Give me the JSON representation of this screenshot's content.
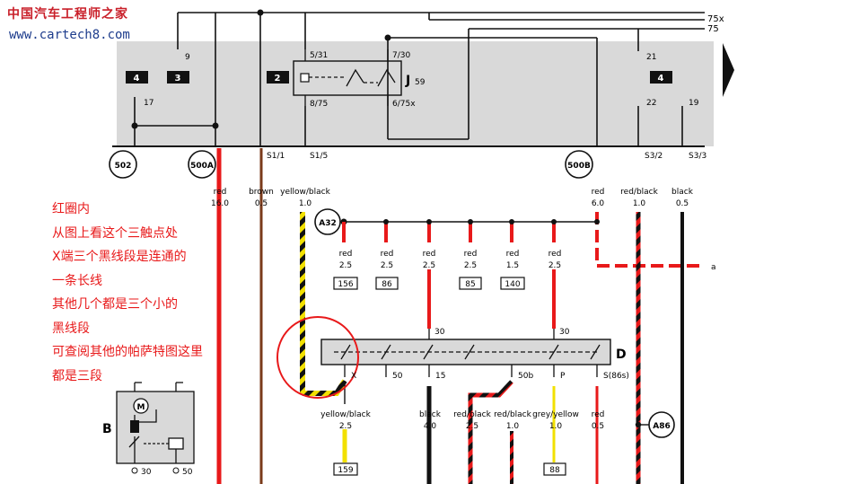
{
  "watermark": {
    "brand": "中国汽车工程师之家",
    "url": "www.cartech8.com"
  },
  "annotation": {
    "lines": [
      "红圈内",
      "从图上看这个三触点处",
      "X端三个黑线段是连通的",
      "一条长线",
      "其他几个都是三个小的",
      "黑线段",
      "可查阅其他的帕萨特图这里",
      "都是三段"
    ]
  },
  "diagram": {
    "top_wires": [
      "75x",
      "75"
    ],
    "relay_box": {
      "boxes": [
        "4",
        "3",
        "2",
        "4"
      ],
      "pins": [
        "9",
        "17",
        "5/31",
        "7/30",
        "8/75",
        "6/75x",
        "21",
        "22",
        "19"
      ],
      "relay_label": "J",
      "relay_sub": "59"
    },
    "connectors": [
      "502",
      "500A",
      "500B",
      "A32",
      "A86"
    ],
    "terminals": [
      "S1/1",
      "S1/5",
      "S3/2",
      "S3/3"
    ],
    "wires_top": [
      {
        "color": "red",
        "size": "16.0"
      },
      {
        "color": "brown",
        "size": "0.5"
      },
      {
        "color": "yellow/black",
        "size": "1.0"
      },
      {
        "color": "red",
        "size": "6.0"
      },
      {
        "color": "red/black",
        "size": "1.0"
      },
      {
        "color": "black",
        "size": "0.5"
      }
    ],
    "fuse_wires": [
      {
        "color": "red",
        "size": "2.5",
        "ref": "156"
      },
      {
        "color": "red",
        "size": "2.5",
        "ref": "86"
      },
      {
        "color": "red",
        "size": "2.5",
        "ref": ""
      },
      {
        "color": "red",
        "size": "2.5",
        "ref": "85"
      },
      {
        "color": "red",
        "size": "1.5",
        "ref": "140"
      },
      {
        "color": "red",
        "size": "2.5",
        "ref": ""
      }
    ],
    "switch": {
      "label": "D",
      "top_pins": [
        "30",
        "30"
      ],
      "bottom_pins": [
        "X",
        "50",
        "15",
        "50b",
        "P",
        "S(86s)"
      ]
    },
    "wires_bottom": [
      {
        "color": "yellow/black",
        "size": "2.5",
        "ref": "159"
      },
      {
        "color": "black",
        "size": "4.0",
        "ref": ""
      },
      {
        "color": "red/black",
        "size": "2.5",
        "ref": ""
      },
      {
        "color": "red/black",
        "size": "1.0",
        "ref": ""
      },
      {
        "color": "grey/yellow",
        "size": "1.0",
        "ref": "88"
      },
      {
        "color": "red",
        "size": "0.5",
        "ref": ""
      }
    ],
    "side_ref": "a",
    "starter": {
      "label": "B",
      "motor": "M",
      "pins": [
        "30",
        "50"
      ]
    }
  },
  "colors": {
    "wire_red": "#e8191a",
    "wire_brown": "#7a3a1a",
    "wire_yellow": "#f2e000",
    "panel_grey": "#d9d9d9",
    "annotation": "#e8191a"
  }
}
